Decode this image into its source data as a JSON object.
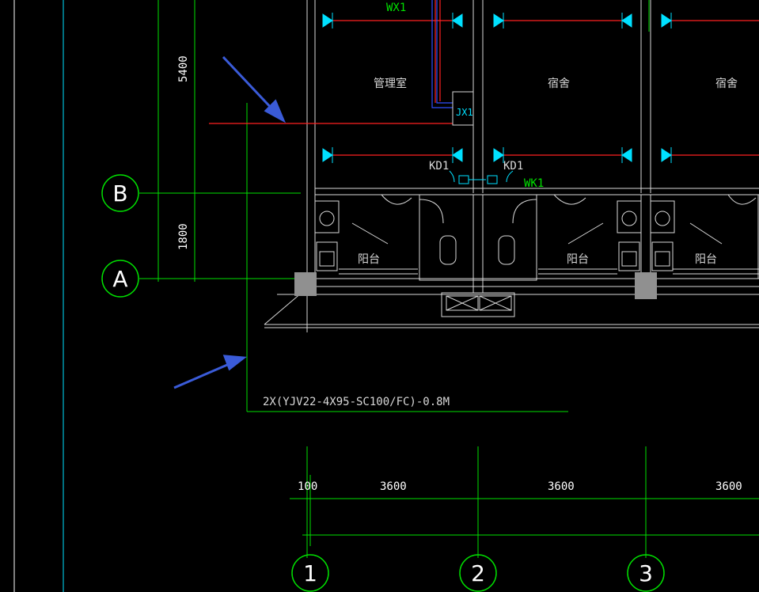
{
  "colors": {
    "background": "#000000",
    "wall": "#d8d8d8",
    "axis": "#00e000",
    "circuit": "#ff2020",
    "cyan": "#00e0ff",
    "blue": "#3050ff",
    "arrow": "#3a5bd8",
    "grey": "#b0b0b0"
  },
  "axes": {
    "row_b": "B",
    "row_a": "A",
    "col_1": "1",
    "col_2": "2",
    "col_3": "3"
  },
  "dimensions": {
    "vert_upper": "5400",
    "vert_lower": "1800",
    "horiz_offset": "100",
    "bay_1": "3600",
    "bay_2": "3600",
    "bay_3": "3600"
  },
  "rooms": {
    "management": "管理室",
    "dorm_1": "宿舍",
    "dorm_2": "宿舍",
    "balcony_1": "阳台",
    "balcony_2": "阳台",
    "balcony_3": "阳台"
  },
  "labels": {
    "circuit_wx1": "WX1",
    "panel_jx1": "JX1",
    "outlet_kd1_left": "KD1",
    "outlet_kd1_right": "KD1",
    "circuit_wk1": "WK1",
    "incoming_cable": "2X(YJV22-4X95-SC100/FC)-0.8M"
  }
}
